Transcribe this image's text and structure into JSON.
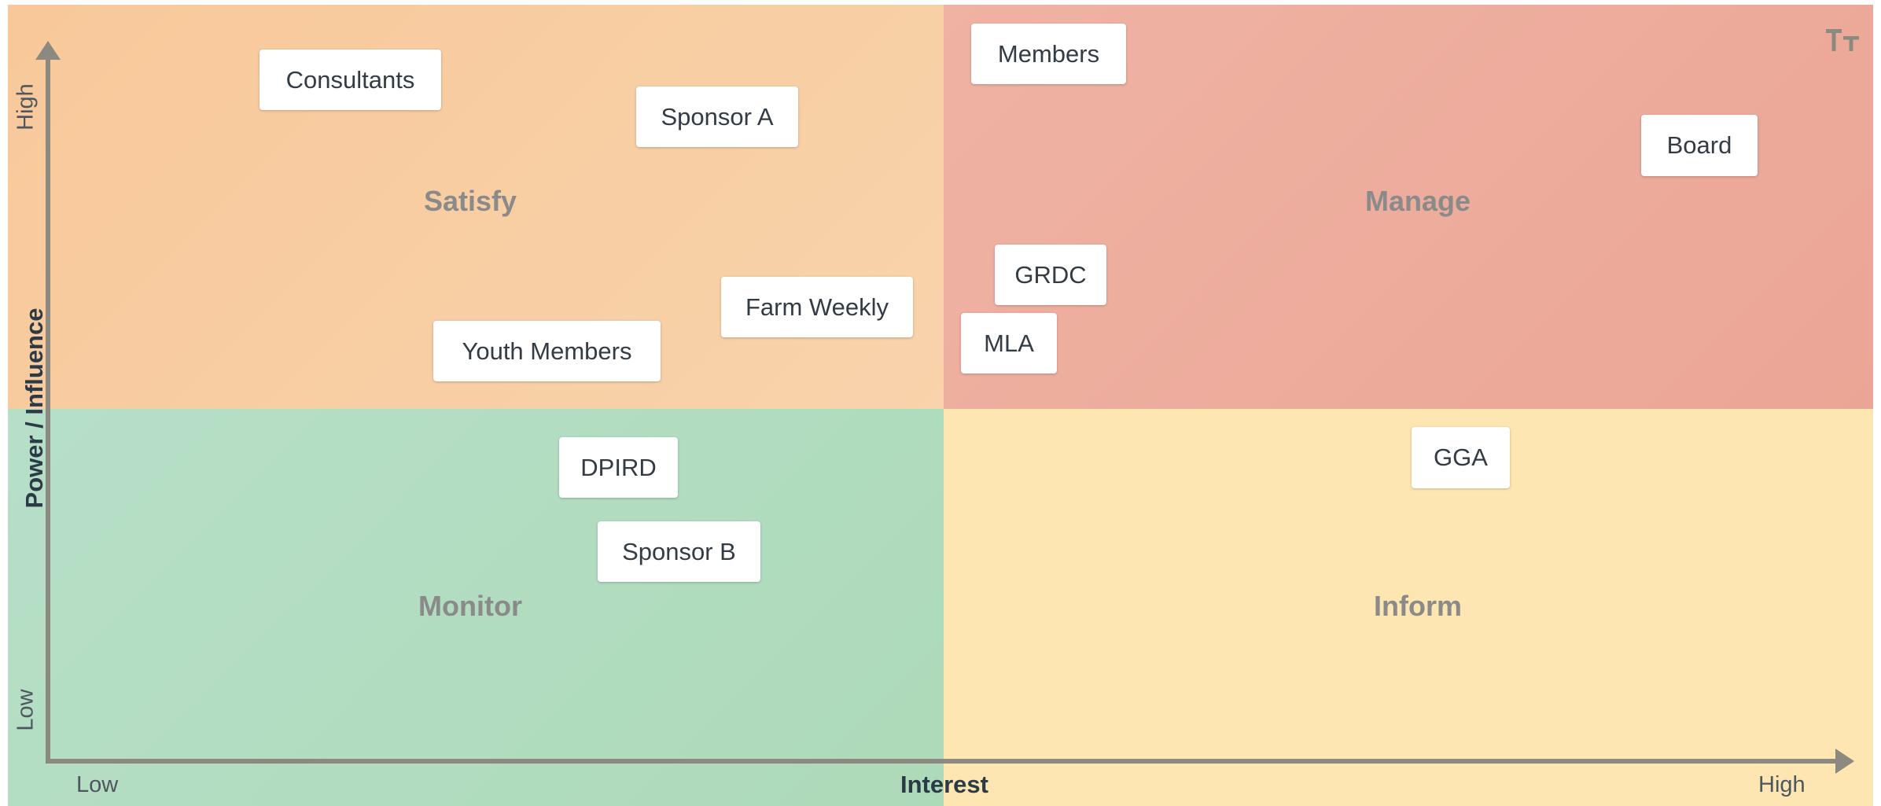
{
  "quadrants": {
    "satisfy": {
      "label": "Satisfy",
      "color": "#f8cda2"
    },
    "manage": {
      "label": "Manage",
      "color": "#edac9d"
    },
    "monitor": {
      "label": "Monitor",
      "color": "#b3dcc1"
    },
    "inform": {
      "label": "Inform",
      "color": "#fde6b1"
    }
  },
  "axes": {
    "x_title": "Interest",
    "y_title": "Power / Influence",
    "x_low": "Low",
    "x_high": "High",
    "y_low": "Low",
    "y_high": "High"
  },
  "stakeholders": {
    "consultants": "Consultants",
    "sponsor_a": "Sponsor A",
    "members": "Members",
    "board": "Board",
    "grdc": "GRDC",
    "farm_weekly": "Farm Weekly",
    "mla": "MLA",
    "youth_members": "Youth Members",
    "dpird": "DPIRD",
    "gga": "GGA",
    "sponsor_b": "Sponsor B"
  },
  "toolbar": {
    "text_size_icon": "text-size-icon"
  },
  "colors": {
    "axis": "#8c8a80",
    "card_text": "#333b44",
    "quadrant_label": "#8a8a8a",
    "axis_title": "#2b3a47"
  }
}
